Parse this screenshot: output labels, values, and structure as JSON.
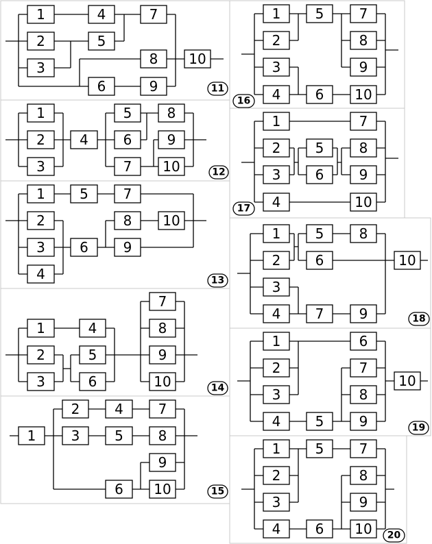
{
  "diagrams": [
    {
      "id": "11",
      "badge": "11",
      "blocks": [
        "1",
        "2",
        "3",
        "4",
        "5",
        "6",
        "7",
        "8",
        "9",
        "10"
      ]
    },
    {
      "id": "12",
      "badge": "12",
      "blocks": [
        "1",
        "2",
        "3",
        "4",
        "5",
        "6",
        "7",
        "8",
        "9",
        "10"
      ]
    },
    {
      "id": "13",
      "badge": "13",
      "blocks": [
        "1",
        "2",
        "3",
        "4",
        "5",
        "6",
        "7",
        "8",
        "9",
        "10"
      ]
    },
    {
      "id": "14",
      "badge": "14",
      "blocks": [
        "1",
        "2",
        "3",
        "4",
        "5",
        "6",
        "7",
        "8",
        "9",
        "10"
      ]
    },
    {
      "id": "15",
      "badge": "15",
      "blocks": [
        "1",
        "2",
        "3",
        "4",
        "5",
        "6",
        "7",
        "8",
        "9",
        "10"
      ]
    },
    {
      "id": "16",
      "badge": "16",
      "blocks": [
        "1",
        "2",
        "3",
        "4",
        "5",
        "6",
        "7",
        "8",
        "9",
        "10"
      ]
    },
    {
      "id": "17",
      "badge": "17",
      "blocks": [
        "1",
        "2",
        "3",
        "4",
        "5",
        "6",
        "7",
        "8",
        "9",
        "10"
      ]
    },
    {
      "id": "18",
      "badge": "18",
      "blocks": [
        "1",
        "2",
        "3",
        "4",
        "5",
        "6",
        "7",
        "8",
        "9",
        "10"
      ]
    },
    {
      "id": "19",
      "badge": "19",
      "blocks": [
        "1",
        "2",
        "3",
        "4",
        "5",
        "6",
        "7",
        "8",
        "9",
        "10"
      ]
    },
    {
      "id": "20",
      "badge": "20",
      "blocks": [
        "1",
        "2",
        "3",
        "4",
        "5",
        "6",
        "7",
        "8",
        "9",
        "10"
      ]
    }
  ]
}
